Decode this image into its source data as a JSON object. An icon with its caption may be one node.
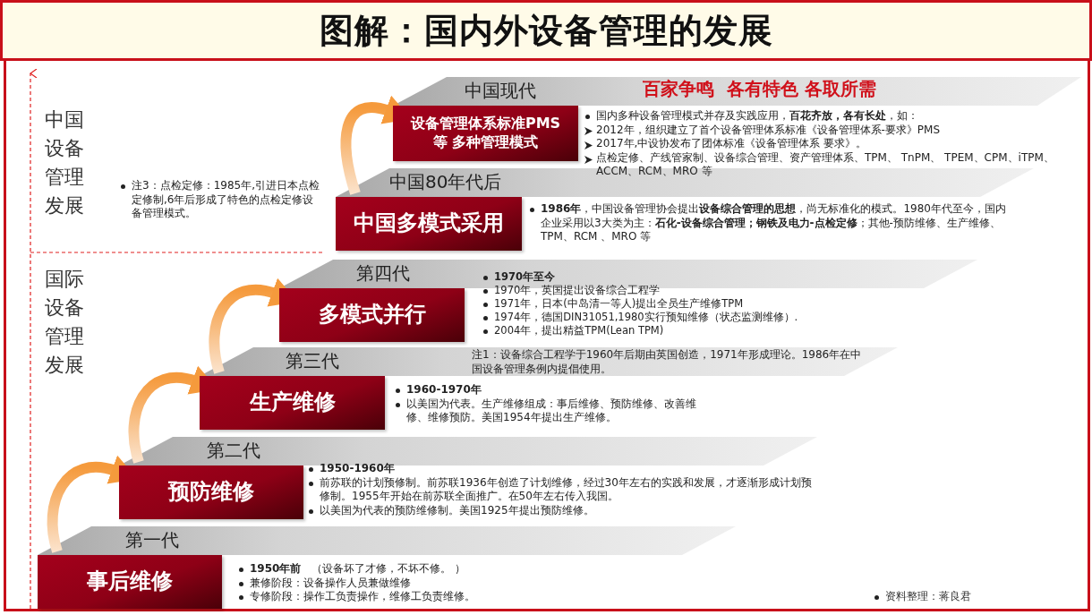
{
  "diagram": {
    "title": "图解：国内外设备管理的发展",
    "nodes": [
      {
        "text": [
          "中国现代",
          "设备管理体系标准PMS 等 多种管理模式"
        ],
        "beside": [
          "国内多种设备管理模式并存及实践应用，**百花齐放，各有长处**，如：",
          "2012年，组织建立了首个设备管理体系标准《设备管理体系-要求》PMS",
          "2017年,中设协发布了团体标准《设备管理体系 要求》。",
          "点检定修、产线管家制、设备综合管理、资产管理体系、TPM、 TnPM、 TPEM、CPM、iTPM、ACCM、RCM、MRO 等"
        ]
      },
      {
        "text": [
          "中国80年代后",
          "中国多模式采用"
        ],
        "beside": [
          "**1986年**，中国设备管理协会提出**设备综合管理的思想**，尚无标准化的模式。1980年代至今，国内企业采用以3大类为主：**石化-设备综合管理；钢铁及电力-点检定修**；其他-预防维修、生产维修、TPM、RCM 、MRO 等"
        ]
      },
      {
        "text": [
          "第四代",
          "多模式并行"
        ],
        "beside": [
          "**1970年至今**",
          "1970年，英国提出设备综合工程学",
          "1971年，日本(中岛清一等人)提出全员生产维修TPM",
          "1974年，德国DIN31051,1980实行预知维修（状态监测维修）.",
          "2004年，提出精益TPM(Lean TPM)"
        ]
      },
      {
        "text": [
          "第三代",
          "生产维修"
        ],
        "beside": [
          "**1960-1970年**",
          "以美国为代表。生产维修组成：事后维修、预防维修、改善维修、维修预防。美国1954年提出生产维修。"
        ]
      },
      {
        "text": [
          "第二代",
          "预防维修"
        ],
        "beside": [
          "**1950-1960年**",
          "前苏联的计划预修制。前苏联1936年创造了计划维修，经过30年左右的实践和发展，才逐渐形成计划预修制。1955年开始在前苏联全面推广。在50年左右传入我国。",
          "以美国为代表的预防维修制。美国1925年提出预防维修。"
        ]
      },
      {
        "text": [
          "第一代",
          "事后维修"
        ],
        "beside": [
          "**1950年前**　（设备坏了才修，不坏不修。 ）",
          "兼修阶段：设备操作人员兼做维修",
          "专修阶段：操作工负责操作，维修工负责维修。"
        ]
      }
    ],
    "edges": [
      {
        "from": 5,
        "to": 4,
        "arrow": "to"
      },
      {
        "from": 4,
        "to": 3,
        "arrow": "to"
      },
      {
        "from": 3,
        "to": 2,
        "arrow": "to"
      },
      {
        "from": 1,
        "to": 0,
        "arrow": "to"
      }
    ],
    "labels": [
      "百家争鸣  各有特色 各取所需",
      "中国设备管理发展",
      "注3：点检定修：1985年,引进日本点检定修制,6年后形成了特色的点检定修设备管理模式。",
      "国际设备管理发展",
      "注1：设备综合工程学于1960年后期由英国创造，1971年形成理论。1986年在中国设备管理条例内提倡使用。",
      "资料整理：蒋良君"
    ]
  }
}
